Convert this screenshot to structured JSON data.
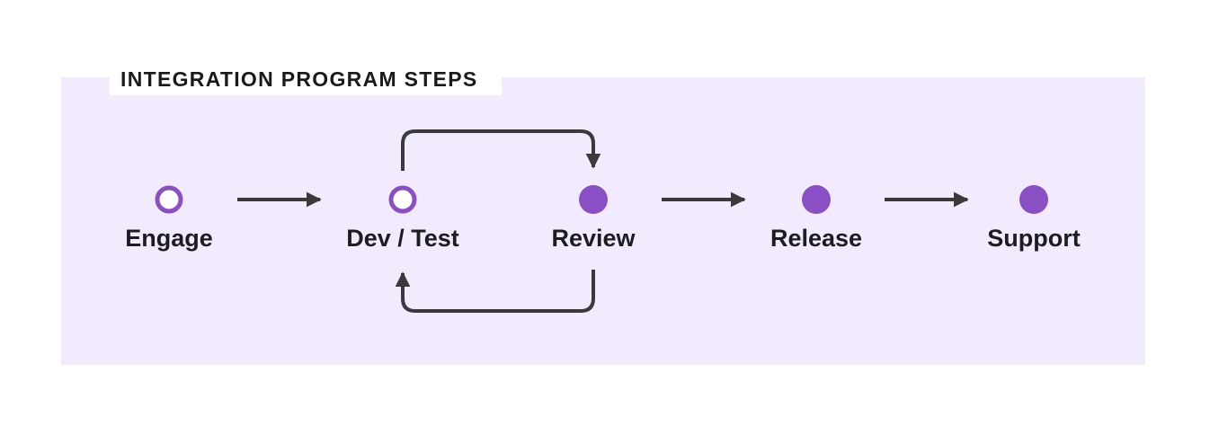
{
  "title": "INTEGRATION PROGRAM STEPS",
  "colors": {
    "panel_background": "#f2ebfd",
    "node_outline": "#8a4fc4",
    "node_fill": "#8a4fc4",
    "arrow": "#3a3a3c"
  },
  "steps": [
    {
      "id": "engage",
      "label": "Engage",
      "node_style": "hollow"
    },
    {
      "id": "dev-test",
      "label": "Dev / Test",
      "node_style": "hollow"
    },
    {
      "id": "review",
      "label": "Review",
      "node_style": "filled"
    },
    {
      "id": "release",
      "label": "Release",
      "node_style": "filled"
    },
    {
      "id": "support",
      "label": "Support",
      "node_style": "filled"
    }
  ],
  "connections": [
    {
      "from": "engage",
      "to": "dev-test"
    },
    {
      "from": "dev-test",
      "to": "review",
      "route": "loop-over"
    },
    {
      "from": "review",
      "to": "dev-test",
      "route": "loop-under"
    },
    {
      "from": "review",
      "to": "release"
    },
    {
      "from": "release",
      "to": "support"
    }
  ]
}
